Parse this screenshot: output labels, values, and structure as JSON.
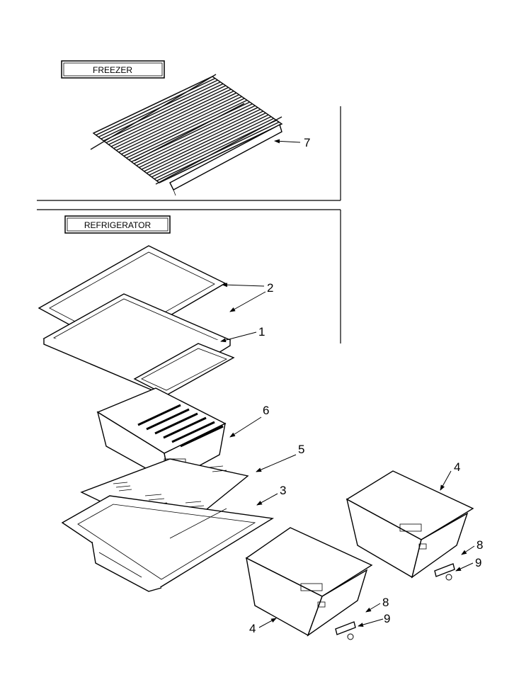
{
  "sections": {
    "freezer": "FREEZER",
    "refrigerator": "REFRIGERATOR"
  },
  "callouts": {
    "c1": "1",
    "c2": "2",
    "c3": "3",
    "c4_top": "4",
    "c4_bottom": "4",
    "c5": "5",
    "c6": "6",
    "c7": "7",
    "c8_top": "8",
    "c8_bottom": "8",
    "c9_top": "9",
    "c9_bottom": "9"
  },
  "colors": {
    "ink": "#000000",
    "paper": "#ffffff"
  }
}
